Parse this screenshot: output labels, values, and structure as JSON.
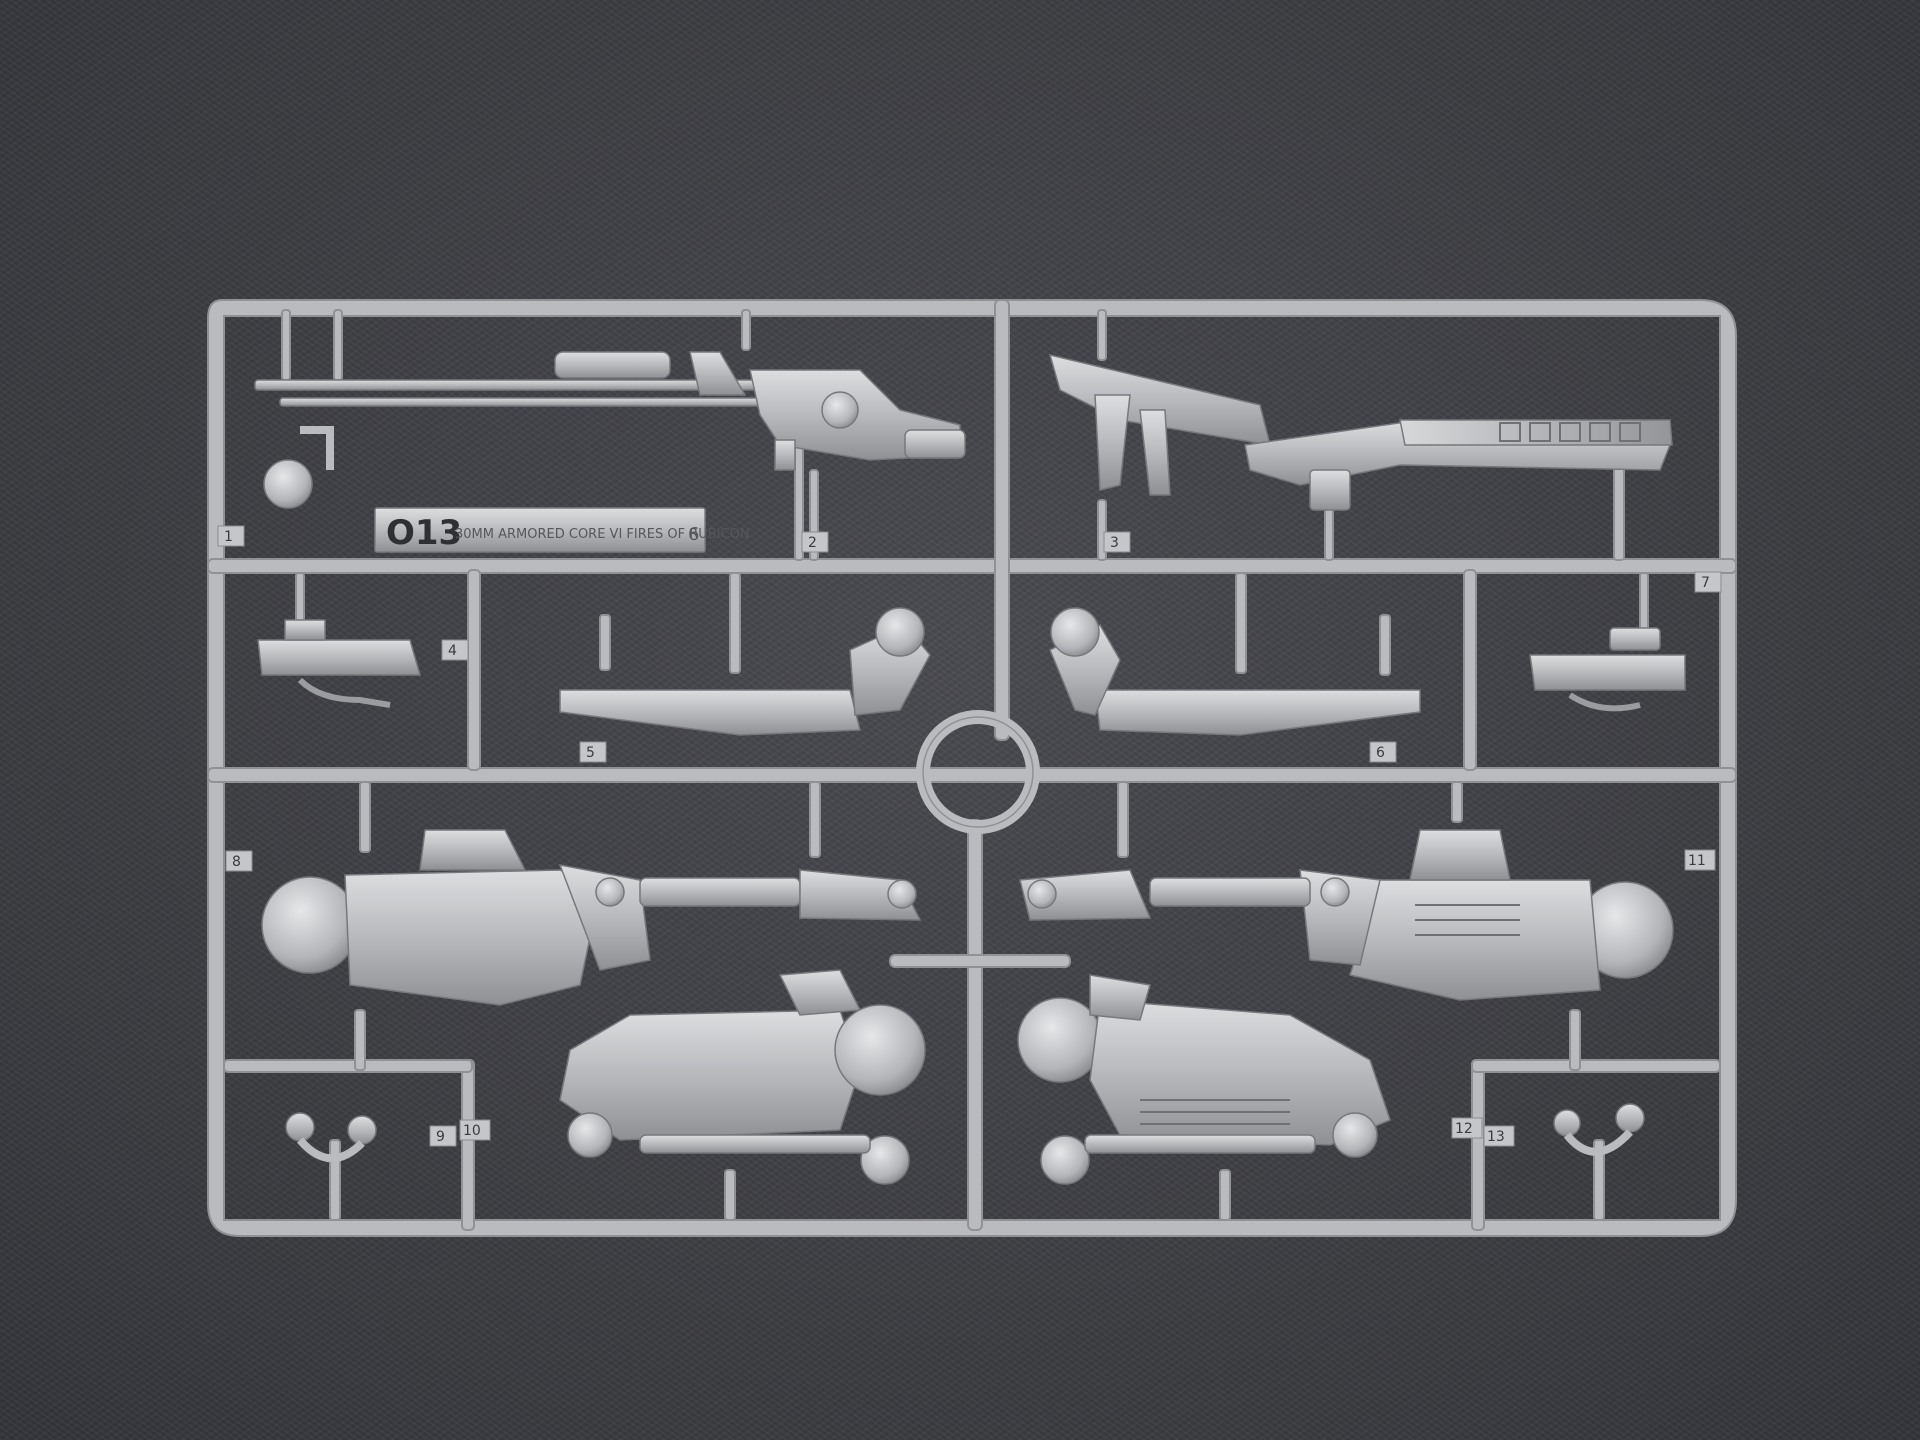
{
  "sprue": {
    "code": "O13",
    "subtitle": "30MM ARMORED CORE VI FIRES OF RUBICON",
    "tag_letter": "6",
    "plastic_color": "#b9bbbe",
    "background_color": "#3e3f44",
    "part_numbers": [
      "1",
      "2",
      "3",
      "4",
      "5",
      "6",
      "7",
      "8",
      "9",
      "10",
      "11",
      "12",
      "13"
    ]
  }
}
